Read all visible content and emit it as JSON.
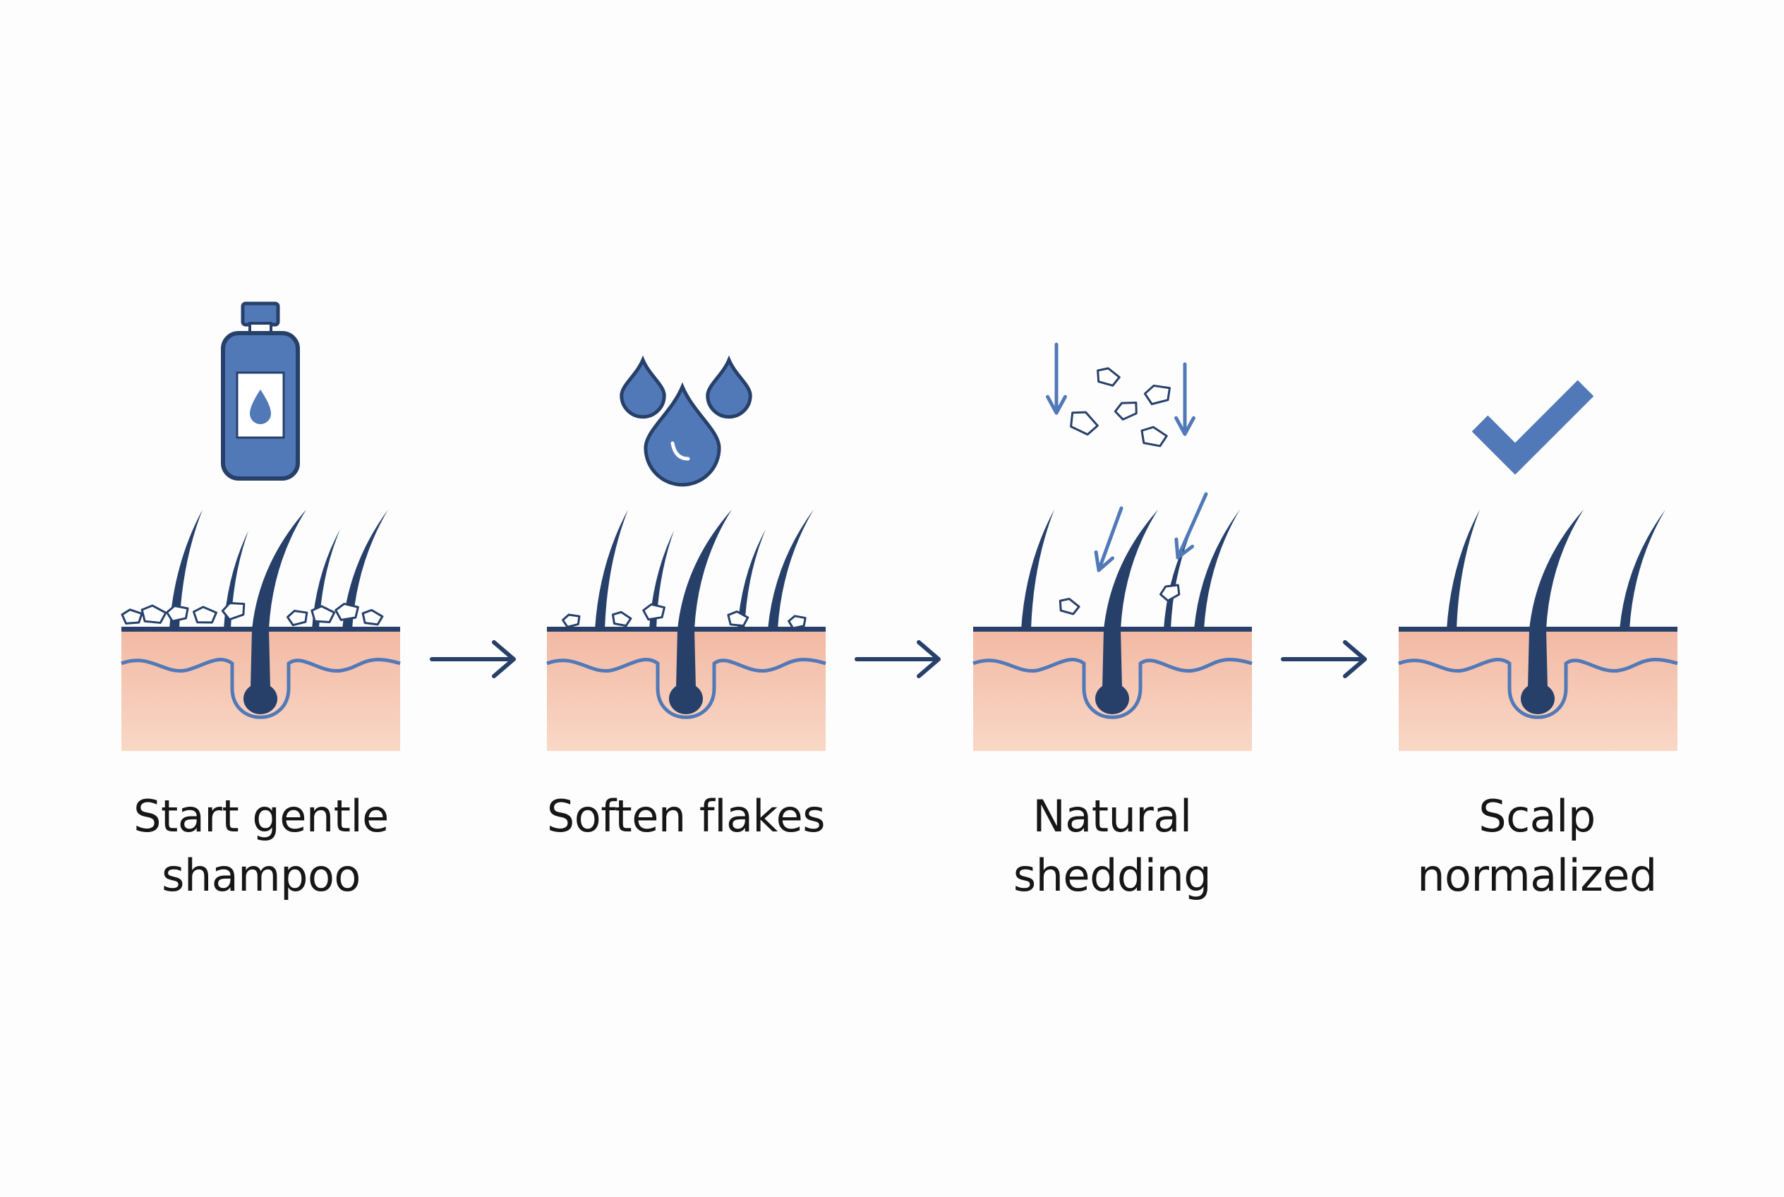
{
  "colors": {
    "navy": "#27406a",
    "blue": "#5179b8",
    "skin_top": "#f2b9a4",
    "skin_bottom": "#f9d8c6",
    "flake_fill": "#ffffff"
  },
  "steps": [
    {
      "label_lines": [
        "Start gentle",
        "shampoo"
      ],
      "icon": "shampoo-bottle-icon",
      "scalp_state": "heavy-flakes"
    },
    {
      "label_lines": [
        "Soften flakes"
      ],
      "icon": "water-drops-icon",
      "scalp_state": "softened-flakes"
    },
    {
      "label_lines": [
        "Natural",
        "shedding"
      ],
      "icon": "falling-flakes-icon",
      "scalp_state": "shedding"
    },
    {
      "label_lines": [
        "Scalp",
        "normalized"
      ],
      "icon": "checkmark-icon",
      "scalp_state": "clear"
    }
  ],
  "connectors": [
    "right-arrow-icon",
    "right-arrow-icon",
    "right-arrow-icon"
  ]
}
